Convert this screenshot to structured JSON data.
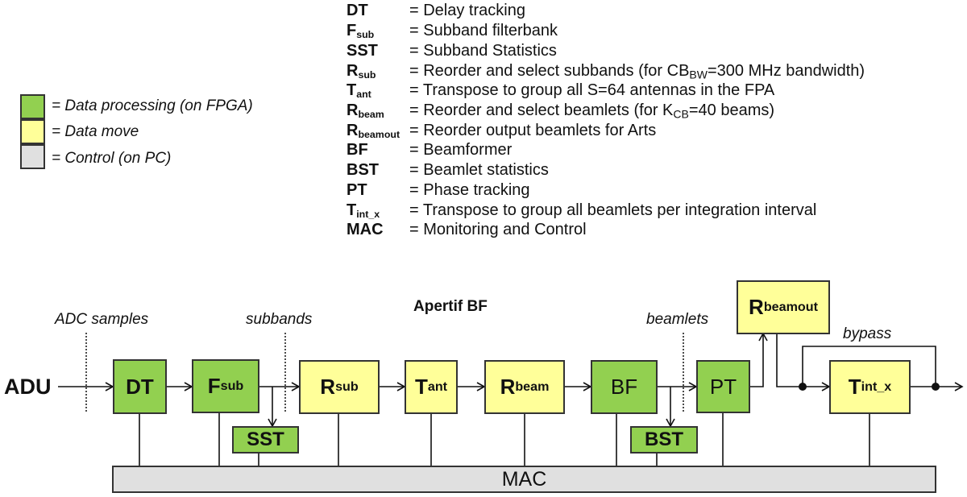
{
  "color_legend": [
    {
      "label": "= Data processing (on FPGA)",
      "color": "#92d050"
    },
    {
      "label": "= Data move",
      "color": "#ffff99"
    },
    {
      "label": "= Control (on PC)",
      "color": "#e0e0e0"
    }
  ],
  "abbreviations": [
    {
      "key": "DT",
      "sub": "",
      "desc": "= Delay tracking"
    },
    {
      "key": "F",
      "sub": "sub",
      "desc": "= Subband filterbank"
    },
    {
      "key": "SST",
      "sub": "",
      "desc": "= Subband Statistics"
    },
    {
      "key": "R",
      "sub": "sub",
      "desc_pre": "= Reorder and select subbands (for CB",
      "desc_sub": "BW",
      "desc_post": "=300 MHz bandwidth)"
    },
    {
      "key": "T",
      "sub": "ant",
      "desc": "= Transpose to group all S=64 antennas in the FPA"
    },
    {
      "key": "R",
      "sub": "beam",
      "desc_pre": "= Reorder and select beamlets (for K",
      "desc_sub": "CB",
      "desc_post": "=40 beams)"
    },
    {
      "key": "R",
      "sub": "beamout",
      "desc": "= Reorder output beamlets for Arts"
    },
    {
      "key": "BF",
      "sub": "",
      "desc": "= Beamformer"
    },
    {
      "key": "BST",
      "sub": "",
      "desc": "= Beamlet statistics"
    },
    {
      "key": "PT",
      "sub": "",
      "desc": "= Phase tracking"
    },
    {
      "key": "T",
      "sub": "int_x",
      "desc": "= Transpose to group all beamlets per integration interval"
    },
    {
      "key": "MAC",
      "sub": "",
      "desc": "= Monitoring and Control"
    }
  ],
  "diagram": {
    "title": "Apertif BF",
    "input_label": "ADU",
    "stage_labels": {
      "adc": "ADC samples",
      "subbands": "subbands",
      "beamlets": "beamlets",
      "bypass": "bypass"
    },
    "blocks": {
      "dt": {
        "main": "DT",
        "sub": ""
      },
      "fsub": {
        "main": "F",
        "sub": "sub"
      },
      "sst": {
        "main": "SST",
        "sub": ""
      },
      "rsub": {
        "main": "R",
        "sub": "sub"
      },
      "tant": {
        "main": "T",
        "sub": "ant"
      },
      "rbeam": {
        "main": "R",
        "sub": "beam"
      },
      "bf": {
        "main": "BF",
        "sub": ""
      },
      "bst": {
        "main": "BST",
        "sub": ""
      },
      "pt": {
        "main": "PT",
        "sub": ""
      },
      "rbeamout": {
        "main": "R",
        "sub": "beamout"
      },
      "tintx": {
        "main": "T",
        "sub": "int_x"
      },
      "mac": {
        "main": "MAC",
        "sub": ""
      }
    }
  }
}
